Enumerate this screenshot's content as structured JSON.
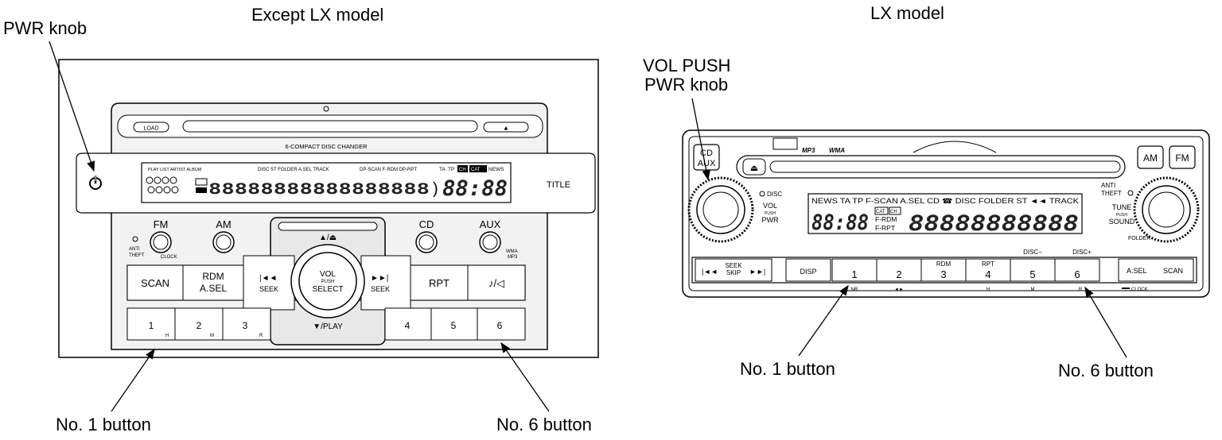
{
  "left": {
    "heading": "Except LX model",
    "pwr_label": "PWR knob",
    "no1_label": "No. 1 button",
    "no6_label": "No. 6 button",
    "load": "LOAD",
    "eject": "▲",
    "changer": "6-COMPACT DISC CHANGER",
    "display_top_left": "PLAY LIST  ARTIST  ALBUM",
    "display_top_mid": "DISC  ST  FOLDER  A.SEL  TRACK",
    "display_top_right": "DP-SCAN  F-RDM  DP-RPT",
    "display_flags": [
      "TA",
      "TP",
      "CH",
      "CAT",
      "NEWS"
    ],
    "clock": "88:88",
    "title": "TITLE",
    "fm": "FM",
    "am": "AM",
    "cd": "CD",
    "aux": "AUX",
    "anti_theft_1": "ANTI",
    "anti_theft_2": "THEFT",
    "clock_label": "CLOCK",
    "wma_1": "WMA",
    "wma_2": "MP3",
    "load_ctrl": "▲/⏏",
    "scan": "SCAN",
    "rdm_1": "RDM",
    "rdm_2": "A.SEL",
    "seek": "SEEK",
    "vol": "VOL",
    "push": "PUSH",
    "select": "SELECT",
    "rpt": "RPT",
    "sound": "♪/◁",
    "play": "▼/PLAY",
    "presets": [
      "1",
      "2",
      "3",
      "4",
      "5",
      "6"
    ],
    "preset_sub": [
      "H",
      "M",
      "R",
      "",
      "",
      ""
    ]
  },
  "right": {
    "heading": "LX model",
    "vol_label_1": "VOL PUSH",
    "vol_label_2": "PWR knob",
    "no1_label": "No. 1 button",
    "no6_label": "No. 6 button",
    "cd_aux_1": "CD",
    "cd_aux_2": "AUX",
    "mp3": "MP3",
    "wma": "WMA",
    "am": "AM",
    "fm": "FM",
    "disc": "DISC",
    "vol": "VOL",
    "push": "PUSH",
    "pwr": "PWR",
    "display_flags": "NEWS  TA  TP  F-SCAN   A.SEL  CD  ☎  DISC  FOLDER  ST  ◄◄ TRACK",
    "cat": "CAT",
    "ch": "CH",
    "f_rdm": "F-RDM",
    "f_rpt": "F-RPT",
    "clock": "88:88",
    "anti_1": "ANTI",
    "anti_2": "THEFT",
    "tune": "TUNE",
    "tune_push": "PUSH",
    "sound": "SOUND",
    "folder": "FOLDER",
    "seek": "SEEK",
    "skip": "SKIP",
    "disp": "DISP",
    "presets": [
      "1",
      "2",
      "3",
      "4",
      "5",
      "6"
    ],
    "preset_top": [
      "",
      "",
      "RDM",
      "RPT",
      "DISC−",
      "DISC+"
    ],
    "preset_sub": [
      "NR",
      "◄►",
      "",
      "H",
      "M",
      "R"
    ],
    "asel": "A.SEL",
    "scan": "SCAN",
    "clock_label": "CLOCK"
  }
}
